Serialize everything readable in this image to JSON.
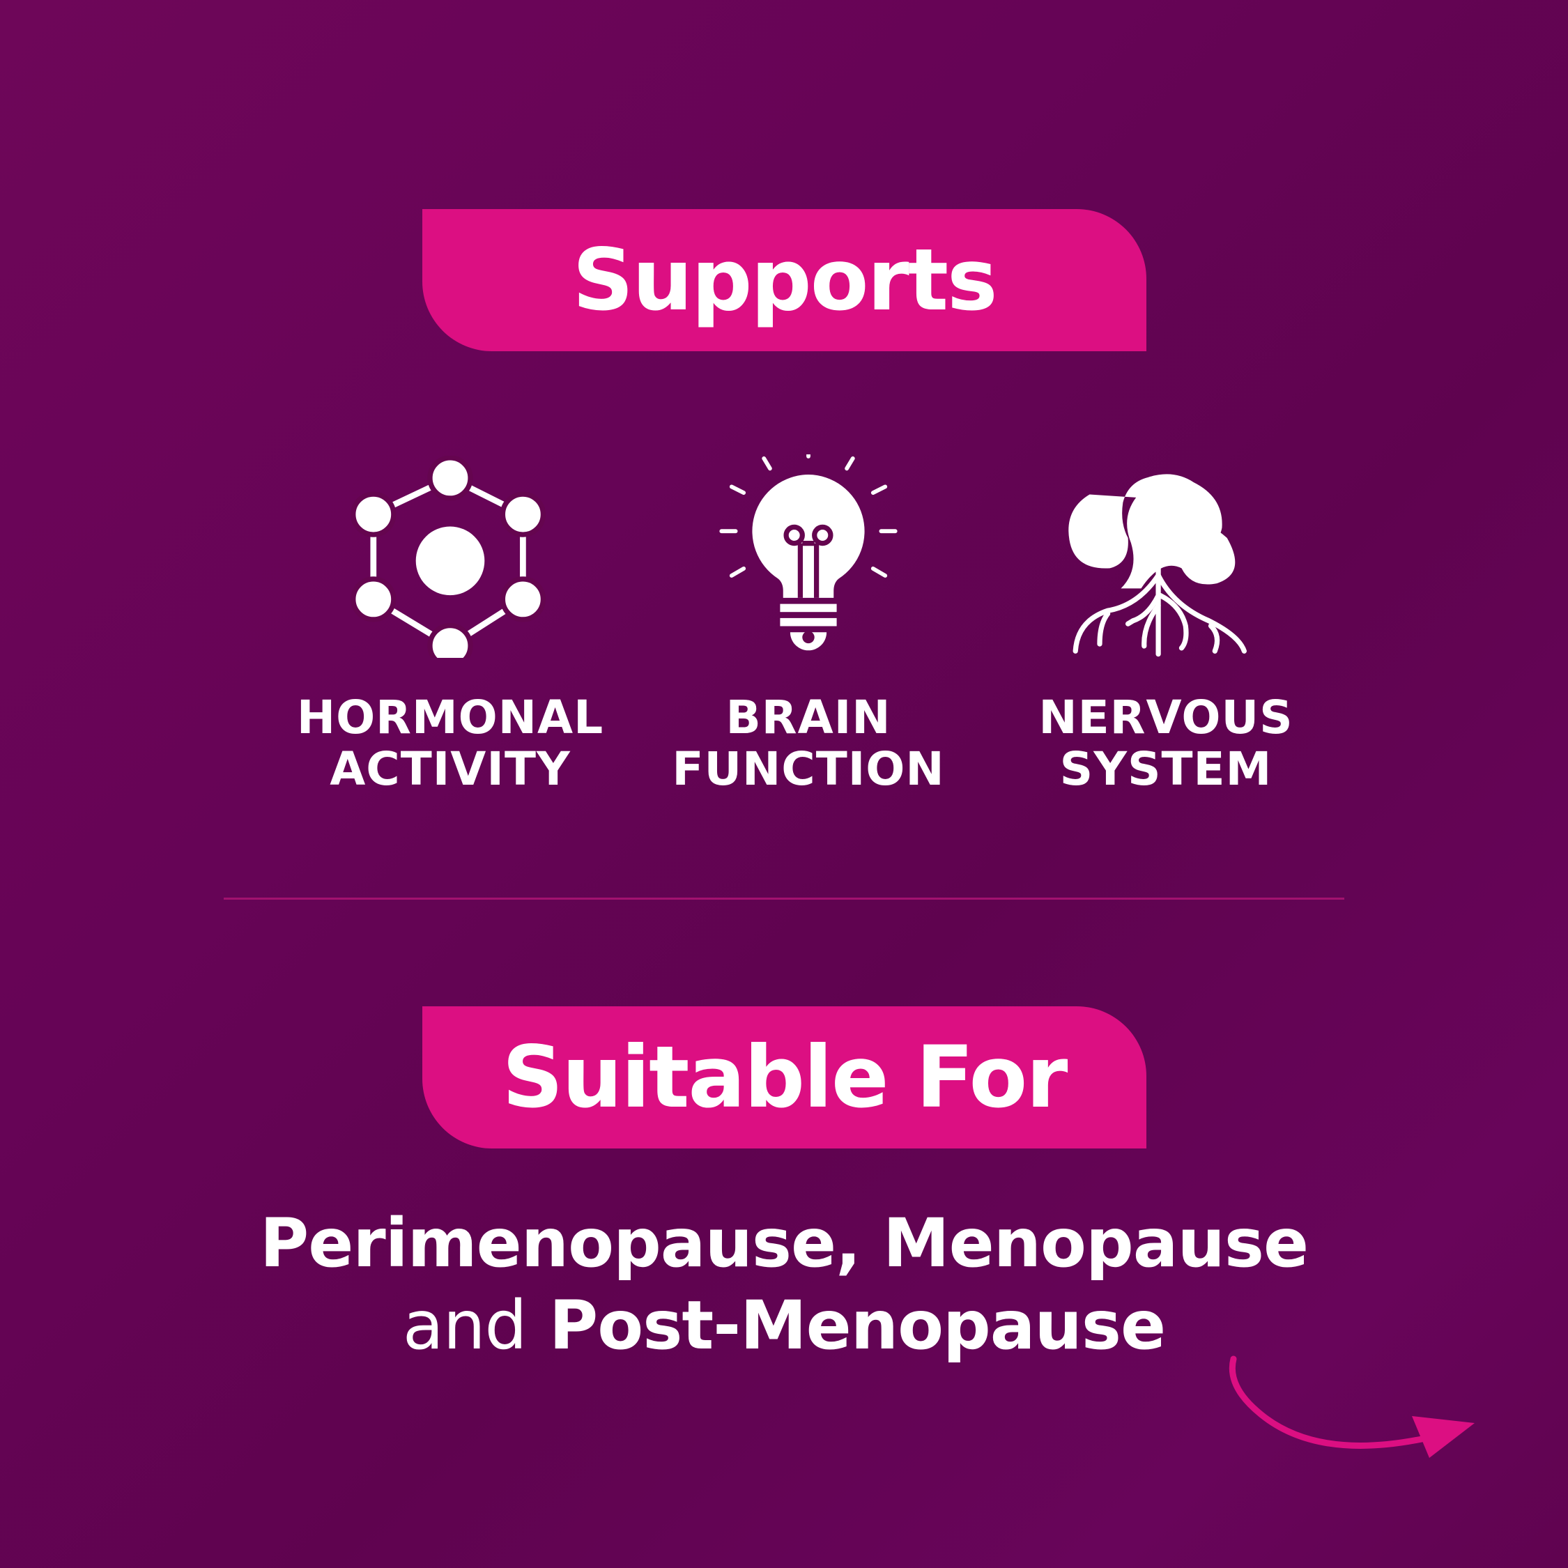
{
  "supports": {
    "heading": "Supports",
    "items": [
      {
        "icon": "molecule-icon",
        "line1": "HORMONAL",
        "line2": "ACTIVITY"
      },
      {
        "icon": "lightbulb-icon",
        "line1": "BRAIN",
        "line2": "FUNCTION"
      },
      {
        "icon": "brain-tree-icon",
        "line1": "NERVOUS",
        "line2": "SYSTEM"
      }
    ]
  },
  "suitable": {
    "heading": "Suitable For",
    "line1": "Perimenopause, Menopause",
    "line2_light": "and",
    "line2_bold": "Post-Menopause"
  },
  "colors": {
    "background": "#65054f",
    "accent": "#dc0f82"
  }
}
